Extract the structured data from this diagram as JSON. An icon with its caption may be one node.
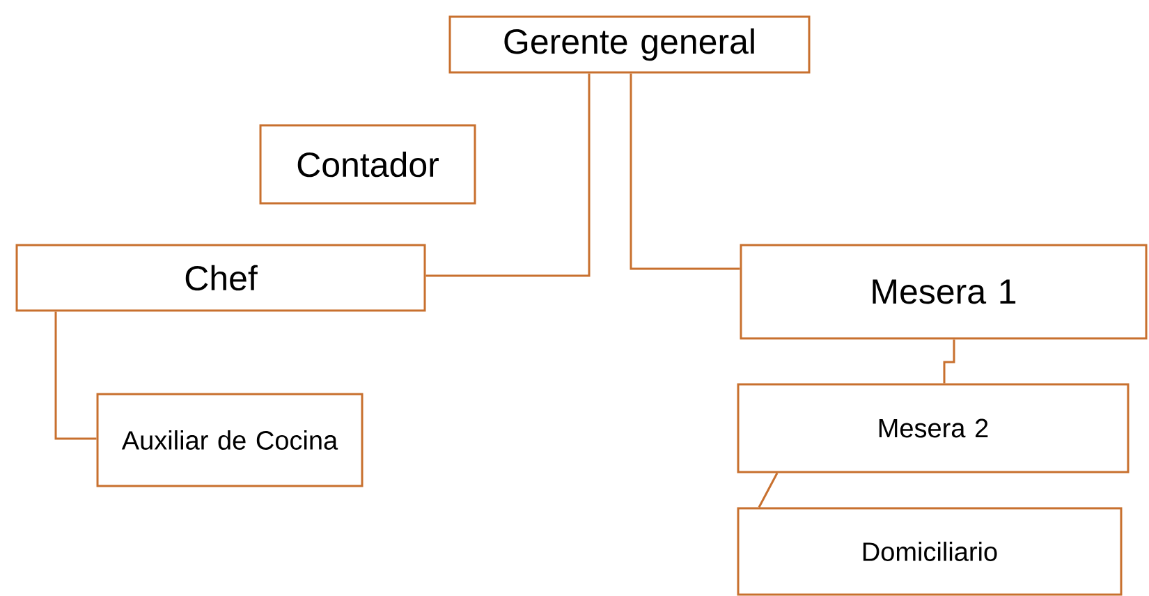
{
  "diagram": {
    "nodes": [
      {
        "text": [
          "Gerente general"
        ]
      },
      {
        "text": [
          "Contador"
        ]
      },
      {
        "text": [
          "Chef"
        ]
      },
      {
        "text": [
          "Mesera 1"
        ]
      },
      {
        "text": [
          "Auxiliar de Cocina"
        ]
      },
      {
        "text": [
          "Mesera 2"
        ]
      },
      {
        "text": [
          "Domiciliario"
        ]
      }
    ],
    "edges": [
      {
        "from": 0,
        "to": 2,
        "arrow": "none"
      },
      {
        "from": 0,
        "to": 3,
        "arrow": "none"
      },
      {
        "from": 3,
        "to": 5,
        "arrow": "none"
      },
      {
        "from": 2,
        "to": 4,
        "arrow": "none"
      },
      {
        "from": 5,
        "to": 6,
        "arrow": "none"
      }
    ]
  }
}
